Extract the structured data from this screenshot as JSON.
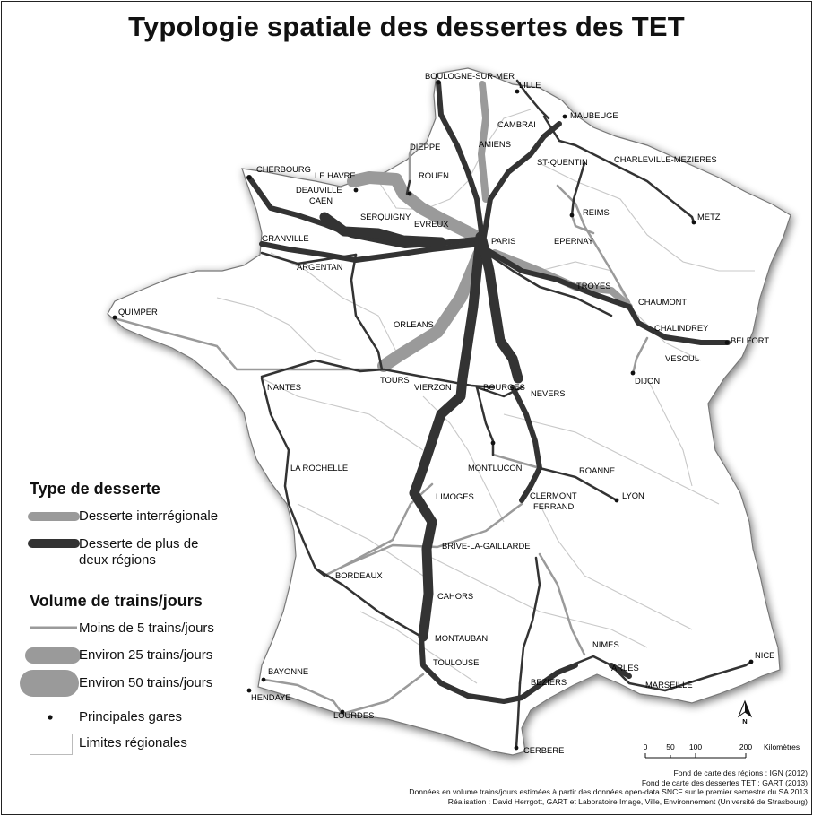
{
  "title": "Typologie spatiale des dessertes des TET",
  "cities": {
    "boulogne": "BOULOGNE-SUR-MER",
    "lille": "LILLE",
    "maubeuge": "MAUBEUGE",
    "cambrai": "CAMBRAI",
    "amiens": "AMIENS",
    "dieppe": "DIEPPE",
    "stquentin": "ST-QUENTIN",
    "charleville": "CHARLEVILLE-MEZIERES",
    "cherbourg": "CHERBOURG",
    "lehavre": "LE HAVRE",
    "rouen": "ROUEN",
    "deauville": "DEAUVILLE",
    "caen": "CAEN",
    "serquigny": "SERQUIGNY",
    "evreux": "EVREUX",
    "reims": "REIMS",
    "metz": "METZ",
    "granville": "GRANVILLE",
    "paris": "PARIS",
    "epernay": "EPERNAY",
    "argentan": "ARGENTAN",
    "troyes": "TROYES",
    "chaumont": "CHAUMONT",
    "quimper": "QUIMPER",
    "orleans": "ORLEANS",
    "chalindrey": "CHALINDREY",
    "belfort": "BELFORT",
    "vesoul": "VESOUL",
    "dijon": "DIJON",
    "nantes": "NANTES",
    "tours": "TOURS",
    "vierzon": "VIERZON",
    "bourges": "BOURGES",
    "nevers": "NEVERS",
    "larochelle": "LA ROCHELLE",
    "montlucon": "MONTLUCON",
    "roanne": "ROANNE",
    "limoges": "LIMOGES",
    "clermont1": "CLERMONT",
    "clermont2": "FERRAND",
    "lyon": "LYON",
    "brive": "BRIVE-LA-GAILLARDE",
    "bordeaux": "BORDEAUX",
    "cahors": "CAHORS",
    "montauban": "MONTAUBAN",
    "nimes": "NIMES",
    "nice": "NICE",
    "toulouse": "TOULOUSE",
    "arles": "ARLES",
    "bayonne": "BAYONNE",
    "marseille": "MARSEILLE",
    "beziers": "BEZIERS",
    "hendaye": "HENDAYE",
    "lourdes": "LOURDES",
    "cerbere": "CERBERE"
  },
  "legend": {
    "type_heading": "Type de desserte",
    "interregional": "Desserte interrégionale",
    "multi_region_1": "Desserte de plus de",
    "multi_region_2": "deux régions",
    "volume_heading": "Volume de trains/jours",
    "vol_low": "Moins de 5 trains/jours",
    "vol_mid": "Environ 25 trains/jours",
    "vol_high": "Environ 50 trains/jours",
    "stations": "Principales gares",
    "boundaries": "Limites régionales",
    "color_interregional": "#9a9a9a",
    "color_multi_region": "#333333"
  },
  "scale": {
    "ticks": [
      "0",
      "50",
      "100",
      "200"
    ],
    "unit": "Kilomètres"
  },
  "north": "N",
  "credits": [
    "Fond de carte des régions : IGN (2012)",
    "Fond de carte des dessertes TET : GART (2013)",
    "Données en volume trains/jours estimées à partir des données open-data SNCF sur le premier semestre du SA 2013",
    "Réalisation : David Herrgott, GART et Laboratoire Image, Ville, Environnement (Université de Strasbourg)"
  ]
}
